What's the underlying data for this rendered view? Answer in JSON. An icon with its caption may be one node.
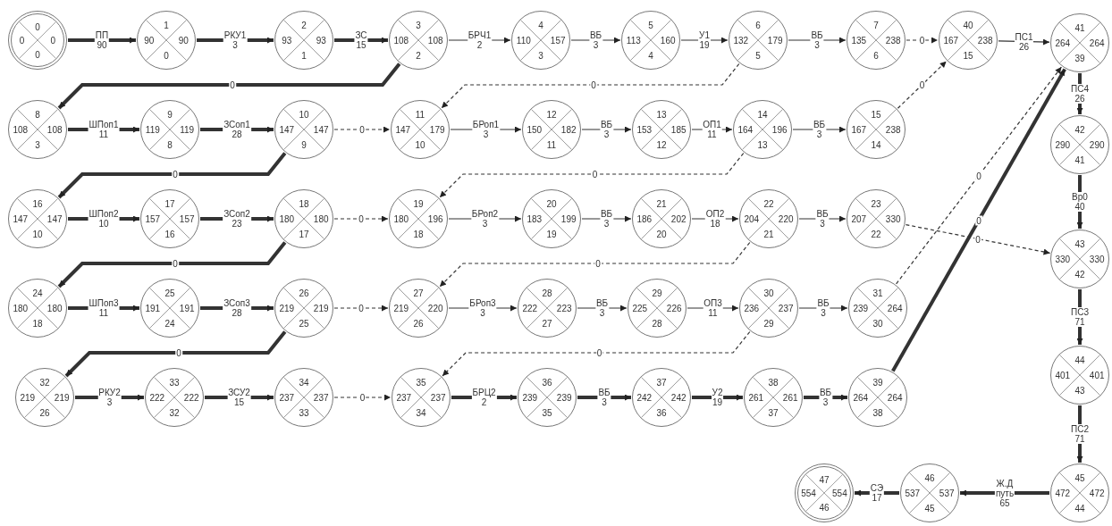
{
  "diagram": {
    "nodes": [
      {
        "text": [
          "0",
          "0",
          "0",
          "0"
        ]
      },
      {
        "text": [
          "1",
          "90",
          "90",
          "0"
        ]
      },
      {
        "text": [
          "2",
          "93",
          "93",
          "1"
        ]
      },
      {
        "text": [
          "3",
          "108",
          "108",
          "2"
        ]
      },
      {
        "text": [
          "4",
          "110",
          "157",
          "3"
        ]
      },
      {
        "text": [
          "5",
          "113",
          "160",
          "4"
        ]
      },
      {
        "text": [
          "6",
          "132",
          "179",
          "5"
        ]
      },
      {
        "text": [
          "7",
          "135",
          "238",
          "6"
        ]
      },
      {
        "text": [
          "8",
          "108",
          "108",
          "3"
        ]
      },
      {
        "text": [
          "9",
          "119",
          "119",
          "8"
        ]
      },
      {
        "text": [
          "10",
          "147",
          "147",
          "9"
        ]
      },
      {
        "text": [
          "11",
          "147",
          "179",
          "10"
        ]
      },
      {
        "text": [
          "12",
          "150",
          "182",
          "11"
        ]
      },
      {
        "text": [
          "13",
          "153",
          "185",
          "12"
        ]
      },
      {
        "text": [
          "14",
          "164",
          "196",
          "13"
        ]
      },
      {
        "text": [
          "15",
          "167",
          "238",
          "14"
        ]
      },
      {
        "text": [
          "16",
          "147",
          "147",
          "10"
        ]
      },
      {
        "text": [
          "17",
          "157",
          "157",
          "16"
        ]
      },
      {
        "text": [
          "18",
          "180",
          "180",
          "17"
        ]
      },
      {
        "text": [
          "19",
          "180",
          "196",
          "18"
        ]
      },
      {
        "text": [
          "20",
          "183",
          "199",
          "19"
        ]
      },
      {
        "text": [
          "21",
          "186",
          "202",
          "20"
        ]
      },
      {
        "text": [
          "22",
          "204",
          "220",
          "21"
        ]
      },
      {
        "text": [
          "23",
          "207",
          "330",
          "22"
        ]
      },
      {
        "text": [
          "24",
          "180",
          "180",
          "18"
        ]
      },
      {
        "text": [
          "25",
          "191",
          "191",
          "24"
        ]
      },
      {
        "text": [
          "26",
          "219",
          "219",
          "25"
        ]
      },
      {
        "text": [
          "27",
          "219",
          "220",
          "26"
        ]
      },
      {
        "text": [
          "28",
          "222",
          "223",
          "27"
        ]
      },
      {
        "text": [
          "29",
          "225",
          "226",
          "28"
        ]
      },
      {
        "text": [
          "30",
          "236",
          "237",
          "29"
        ]
      },
      {
        "text": [
          "31",
          "239",
          "264",
          "30"
        ]
      },
      {
        "text": [
          "32",
          "219",
          "219",
          "26"
        ]
      },
      {
        "text": [
          "33",
          "222",
          "222",
          "32"
        ]
      },
      {
        "text": [
          "34",
          "237",
          "237",
          "33"
        ]
      },
      {
        "text": [
          "35",
          "237",
          "237",
          "34"
        ]
      },
      {
        "text": [
          "36",
          "239",
          "239",
          "35"
        ]
      },
      {
        "text": [
          "37",
          "242",
          "242",
          "36"
        ]
      },
      {
        "text": [
          "38",
          "261",
          "261",
          "37"
        ]
      },
      {
        "text": [
          "39",
          "264",
          "264",
          "38"
        ]
      },
      {
        "text": [
          "40",
          "167",
          "238",
          "15"
        ]
      },
      {
        "text": [
          "41",
          "264",
          "264",
          "39"
        ]
      },
      {
        "text": [
          "42",
          "290",
          "290",
          "41"
        ]
      },
      {
        "text": [
          "43",
          "330",
          "330",
          "42"
        ]
      },
      {
        "text": [
          "44",
          "401",
          "401",
          "43"
        ]
      },
      {
        "text": [
          "45",
          "472",
          "472",
          "44"
        ]
      },
      {
        "text": [
          "46",
          "537",
          "537",
          "45"
        ]
      },
      {
        "text": [
          "47",
          "554",
          "554",
          "46"
        ]
      }
    ],
    "edges": [
      {
        "from": 0,
        "to": 1,
        "arrow": "to",
        "label": "ПП 90",
        "style": "thick"
      },
      {
        "from": 1,
        "to": 2,
        "arrow": "to",
        "label": "РКУ1 3",
        "style": "thick"
      },
      {
        "from": 2,
        "to": 3,
        "arrow": "to",
        "label": "ЗС 15",
        "style": "thick"
      },
      {
        "from": 3,
        "to": 4,
        "arrow": "to",
        "label": "БРЧ1 2"
      },
      {
        "from": 4,
        "to": 5,
        "arrow": "to",
        "label": "ВБ 3"
      },
      {
        "from": 5,
        "to": 6,
        "arrow": "to",
        "label": "У1 19"
      },
      {
        "from": 6,
        "to": 7,
        "arrow": "to",
        "label": "ВБ 3"
      },
      {
        "from": 7,
        "to": 40,
        "arrow": "to",
        "label": "0",
        "style": "dashed"
      },
      {
        "from": 40,
        "to": 41,
        "arrow": "to",
        "label": "ПС1 26"
      },
      {
        "from": 3,
        "to": 8,
        "arrow": "to",
        "label": "0",
        "style": "thick"
      },
      {
        "from": 6,
        "to": 11,
        "arrow": "to",
        "label": "0",
        "style": "dashed"
      },
      {
        "from": 8,
        "to": 9,
        "arrow": "to",
        "label": "ШПоп1 11",
        "style": "thick"
      },
      {
        "from": 9,
        "to": 10,
        "arrow": "to",
        "label": "ЗСоп1 28",
        "style": "thick"
      },
      {
        "from": 10,
        "to": 11,
        "arrow": "to",
        "label": "0",
        "style": "dashed"
      },
      {
        "from": 11,
        "to": 12,
        "arrow": "to",
        "label": "БРоп1 3"
      },
      {
        "from": 12,
        "to": 13,
        "arrow": "to",
        "label": "ВБ 3"
      },
      {
        "from": 13,
        "to": 14,
        "arrow": "to",
        "label": "ОП1 11"
      },
      {
        "from": 14,
        "to": 15,
        "arrow": "to",
        "label": "ВБ 3"
      },
      {
        "from": 15,
        "to": 40,
        "arrow": "to",
        "label": "0",
        "style": "dashed"
      },
      {
        "from": 41,
        "to": 42,
        "arrow": "to",
        "label": "ПС4 26",
        "style": "thick"
      },
      {
        "from": 10,
        "to": 16,
        "arrow": "to",
        "label": "0",
        "style": "thick"
      },
      {
        "from": 14,
        "to": 19,
        "arrow": "to",
        "label": "0",
        "style": "dashed"
      },
      {
        "from": 16,
        "to": 17,
        "arrow": "to",
        "label": "ШПоп2 10",
        "style": "thick"
      },
      {
        "from": 17,
        "to": 18,
        "arrow": "to",
        "label": "ЗСоп2 23",
        "style": "thick"
      },
      {
        "from": 18,
        "to": 19,
        "arrow": "to",
        "label": "0",
        "style": "dashed"
      },
      {
        "from": 19,
        "to": 20,
        "arrow": "to",
        "label": "БРоп2 3"
      },
      {
        "from": 20,
        "to": 21,
        "arrow": "to",
        "label": "ВБ 3"
      },
      {
        "from": 21,
        "to": 22,
        "arrow": "to",
        "label": "ОП2 18"
      },
      {
        "from": 22,
        "to": 23,
        "arrow": "to",
        "label": "ВБ 3"
      },
      {
        "from": 42,
        "to": 43,
        "arrow": "to",
        "label": "Вр0 40",
        "style": "thick"
      },
      {
        "from": 31,
        "to": 41,
        "arrow": "to",
        "label": "0",
        "style": "dashed"
      },
      {
        "from": 39,
        "to": 41,
        "arrow": "to",
        "label": "0",
        "style": "thick"
      },
      {
        "from": 23,
        "to": 43,
        "arrow": "to",
        "label": "0",
        "style": "dashed"
      },
      {
        "from": 18,
        "to": 24,
        "arrow": "to",
        "label": "0",
        "style": "thick"
      },
      {
        "from": 22,
        "to": 27,
        "arrow": "to",
        "label": "0",
        "style": "dashed"
      },
      {
        "from": 24,
        "to": 25,
        "arrow": "to",
        "label": "ШПоп3 11",
        "style": "thick"
      },
      {
        "from": 25,
        "to": 26,
        "arrow": "to",
        "label": "ЗСоп3 28",
        "style": "thick"
      },
      {
        "from": 26,
        "to": 27,
        "arrow": "to",
        "label": "0",
        "style": "dashed"
      },
      {
        "from": 27,
        "to": 28,
        "arrow": "to",
        "label": "БРоп3 3"
      },
      {
        "from": 28,
        "to": 29,
        "arrow": "to",
        "label": "ВБ 3"
      },
      {
        "from": 29,
        "to": 30,
        "arrow": "to",
        "label": "ОП3 11"
      },
      {
        "from": 30,
        "to": 31,
        "arrow": "to",
        "label": "ВБ 3"
      },
      {
        "from": 43,
        "to": 44,
        "arrow": "to",
        "label": "ПС3 71",
        "style": "thick"
      },
      {
        "from": 26,
        "to": 32,
        "arrow": "to",
        "label": "0",
        "style": "thick"
      },
      {
        "from": 30,
        "to": 35,
        "arrow": "to",
        "label": "0",
        "style": "dashed"
      },
      {
        "from": 32,
        "to": 33,
        "arrow": "to",
        "label": "РКУ2 3",
        "style": "thick"
      },
      {
        "from": 33,
        "to": 34,
        "arrow": "to",
        "label": "ЗСУ2 15",
        "style": "thick"
      },
      {
        "from": 34,
        "to": 35,
        "arrow": "to",
        "label": "0",
        "style": "dashed"
      },
      {
        "from": 35,
        "to": 36,
        "arrow": "to",
        "label": "БРЦ2 2",
        "style": "thick"
      },
      {
        "from": 36,
        "to": 37,
        "arrow": "to",
        "label": "ВБ 3",
        "style": "thick"
      },
      {
        "from": 37,
        "to": 38,
        "arrow": "to",
        "label": "У2 19",
        "style": "thick"
      },
      {
        "from": 38,
        "to": 39,
        "arrow": "to",
        "label": "ВБ 3",
        "style": "thick"
      },
      {
        "from": 44,
        "to": 45,
        "arrow": "to",
        "label": "ПС2 71",
        "style": "thick"
      },
      {
        "from": 45,
        "to": 46,
        "arrow": "to",
        "label": "Ж.Д путь 65",
        "style": "thick"
      },
      {
        "from": 46,
        "to": 47,
        "arrow": "to",
        "label": "СЭ 17",
        "style": "thick"
      }
    ]
  }
}
